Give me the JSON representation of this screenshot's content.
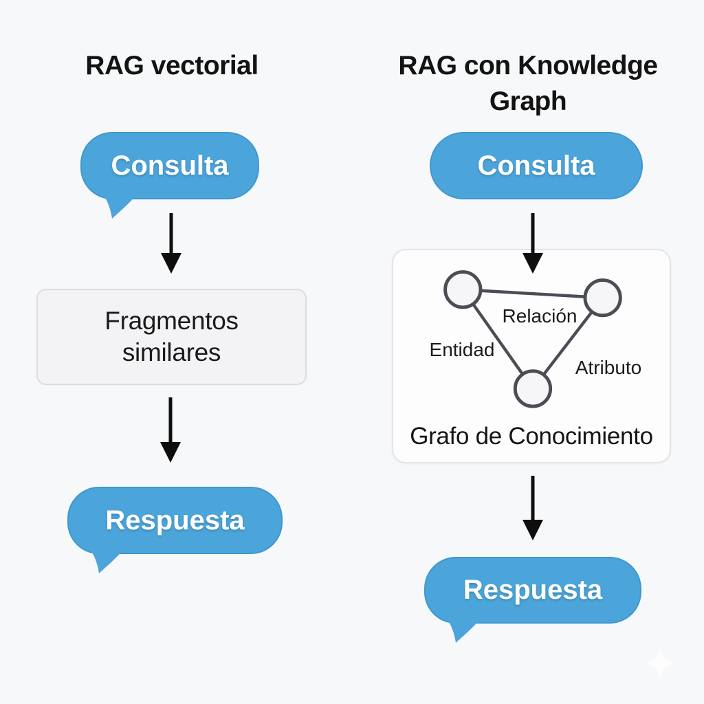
{
  "canvas": {
    "background": "#f7f8f9"
  },
  "colors": {
    "bubble_blue": "#4ba4da",
    "bubble_blue_border": "#3f98cf",
    "bubble_text": "#ffffff",
    "text_dark": "#161616",
    "gray_box_fill": "#f3f3f5",
    "gray_box_border": "#dcdde2",
    "kg_box_fill": "#fdfdfe",
    "kg_box_border": "#e3e4e8",
    "graph_stroke": "#4a4d53",
    "node_fill": "#f6f6f8",
    "arrow_black": "#0e0e0e",
    "watermark_white": "#ffffff"
  },
  "left_flow": {
    "title": "RAG vectorial",
    "query_bubble": "Consulta",
    "middle_box": "Fragmentos\nsimilares",
    "answer_bubble": "Respuesta"
  },
  "right_flow": {
    "title": "RAG con Knowledge\nGraph",
    "query_bubble": "Consulta",
    "knowledge_graph": {
      "edge_label": "Relación",
      "left_node_label": "Entidad",
      "right_node_label": "Atributo",
      "caption": "Grafo de Conocimiento"
    },
    "answer_bubble": "Respuesta"
  }
}
